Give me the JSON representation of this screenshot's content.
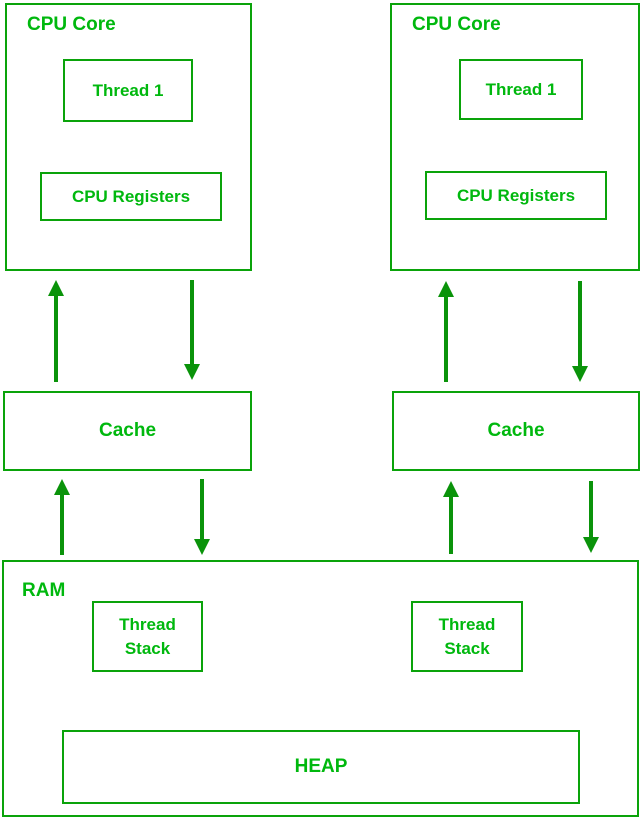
{
  "colors": {
    "border_green": "#0aa30a",
    "arrow_green": "#0a930a",
    "text_green": "#00b80e",
    "bg": "#ffffff"
  },
  "cpu_core_left": {
    "title": "CPU Core",
    "thread_label": "Thread 1",
    "registers_label": "CPU Registers"
  },
  "cpu_core_right": {
    "title": "CPU Core",
    "thread_label": "Thread 1",
    "registers_label": "CPU Registers"
  },
  "cache_left": {
    "label": "Cache"
  },
  "cache_right": {
    "label": "Cache"
  },
  "ram": {
    "title": "RAM",
    "thread_stack_left": "Thread Stack",
    "thread_stack_right": "Thread Stack",
    "heap_label": "HEAP"
  },
  "arrows": [
    {
      "direction": "up",
      "between": "cache-left and cpu-core-left"
    },
    {
      "direction": "down",
      "between": "cpu-core-left and cache-left"
    },
    {
      "direction": "up",
      "between": "cache-right and cpu-core-right"
    },
    {
      "direction": "down",
      "between": "cpu-core-right and cache-right"
    },
    {
      "direction": "up",
      "between": "ram and cache-left"
    },
    {
      "direction": "down",
      "between": "cache-left and ram"
    },
    {
      "direction": "up",
      "between": "ram and cache-right"
    },
    {
      "direction": "down",
      "between": "cache-right and ram"
    }
  ]
}
